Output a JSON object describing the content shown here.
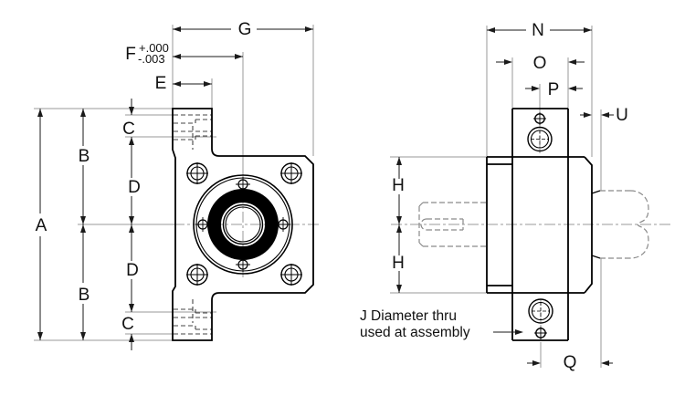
{
  "title": "Flanged shaft support unit engineering drawing",
  "labels": {
    "a": "A",
    "b": "B",
    "c": "C",
    "d": "D",
    "e": "E",
    "f": "F",
    "g": "G",
    "h": "H",
    "n": "N",
    "o": "O",
    "p": "P",
    "q": "Q",
    "u": "U"
  },
  "f_tolerance": {
    "plus": "+.000",
    "minus": "-.003"
  },
  "note": {
    "line1": "J Diameter thru",
    "line2": "used at assembly"
  },
  "colors": {
    "outline": "#000000",
    "dimension": "#1a1a1a",
    "extension": "#9a9a9a",
    "hidden": "#444444",
    "phantom": "#8a8a8a",
    "bearing_fill": "#000000",
    "background": "#ffffff"
  }
}
